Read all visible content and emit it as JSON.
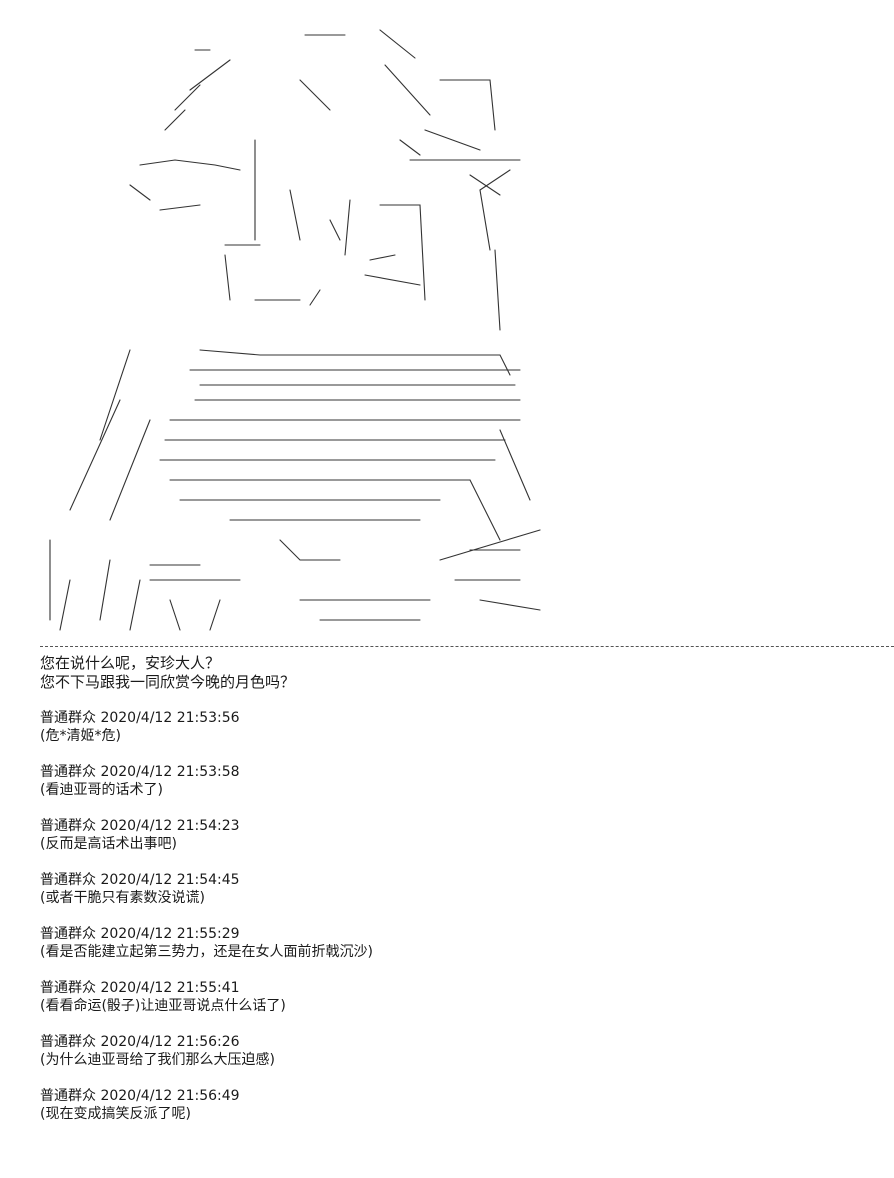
{
  "dialog": [
    "您在说什么呢，安珍大人？",
    "您不下马跟我一同欣赏今晚的月色吗？"
  ],
  "comments": [
    {
      "user": "普通群众",
      "time": "2020/4/12 21:53:56",
      "text": "(危*清姬*危)"
    },
    {
      "user": "普通群众",
      "time": "2020/4/12 21:53:58",
      "text": "(看迪亚哥的话术了)"
    },
    {
      "user": "普通群众",
      "time": "2020/4/12 21:54:23",
      "text": "(反而是高话术出事吧)"
    },
    {
      "user": "普通群众",
      "time": "2020/4/12 21:54:45",
      "text": "(或者干脆只有素数没说谎)"
    },
    {
      "user": "普通群众",
      "time": "2020/4/12 21:55:29",
      "text": "(看是否能建立起第三势力，还是在女人面前折戟沉沙)"
    },
    {
      "user": "普通群众",
      "time": "2020/4/12 21:55:41",
      "text": "(看看命运(骰子)让迪亚哥说点什么话了)"
    },
    {
      "user": "普通群众",
      "time": "2020/4/12 21:56:26",
      "text": "(为什么迪亚哥给了我们那么大压迫感)"
    },
    {
      "user": "普通群众",
      "time": "2020/4/12 21:56:49",
      "text": "(现在变成搞笑反派了呢)"
    }
  ]
}
